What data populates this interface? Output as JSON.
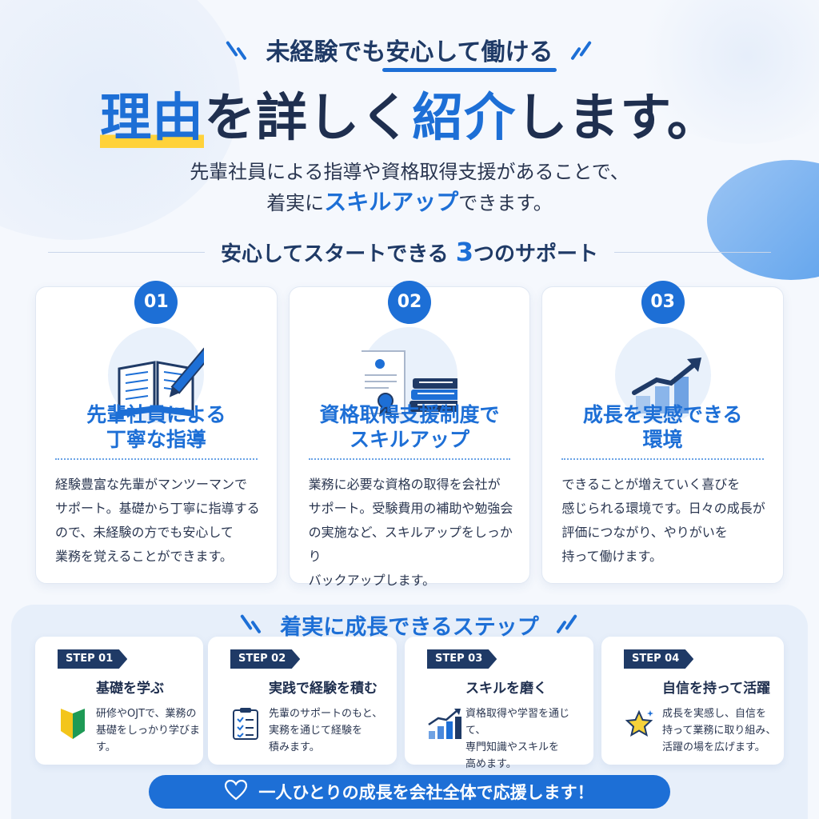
{
  "hero": {
    "sub_heading": "未経験でも安心して働ける",
    "main_heading_part1": "理由",
    "main_heading_part2": "を詳しく",
    "main_heading_part3": "紹介",
    "main_heading_part4": "します。",
    "lead_line1": "先輩社員による指導や資格取得支援があることで、",
    "lead_line2_a": "着実に",
    "lead_line2_b": "スキルアップ",
    "lead_line2_c": "できます。"
  },
  "support": {
    "title_a": "安心してスタートできる",
    "title_num": "3",
    "title_b": "つのサポート",
    "cards": [
      {
        "num": "01",
        "title_line1": "先輩社員による",
        "title_line2": "丁寧な指導",
        "body": [
          "経験豊富な先輩がマンツーマンで",
          "サポート。基礎から丁寧に指導する",
          "ので、未経験の方でも安心して",
          "業務を覚えることができます。"
        ],
        "icon": "book-pencil-icon"
      },
      {
        "num": "02",
        "title_line1": "資格取得支援制度で",
        "title_line2": "スキルアップ",
        "body": [
          "業務に必要な資格の取得を会社が",
          "サポート。受験費用の補助や勉強会",
          "の実施など、スキルアップをしっかり",
          "バックアップします。"
        ],
        "icon": "certificate-books-icon"
      },
      {
        "num": "03",
        "title_line1": "成長を実感できる",
        "title_line2": "環境",
        "body": [
          "できることが増えていく喜びを",
          "感じられる環境です。日々の成長が",
          "評価につながり、やりがいを",
          "持って働けます。"
        ],
        "icon": "growth-chart-icon"
      }
    ]
  },
  "steps": {
    "title": "着実に成長できるステップ",
    "items": [
      {
        "tag": "STEP 01",
        "title": "基礎を学ぶ",
        "body": [
          "研修やOJTで、業務の",
          "基礎をしっかり学びます。"
        ],
        "icon": "beginner-mark-icon"
      },
      {
        "tag": "STEP 02",
        "title": "実践で経験を積む",
        "body": [
          "先輩のサポートのもと、",
          "実務を通じて経験を",
          "積みます。"
        ],
        "icon": "checklist-icon"
      },
      {
        "tag": "STEP 03",
        "title": "スキルを磨く",
        "body": [
          "資格取得や学習を通じて、",
          "専門知識やスキルを",
          "高めます。"
        ],
        "icon": "bar-chart-icon"
      },
      {
        "tag": "STEP 04",
        "title": "自信を持って活躍",
        "body": [
          "成長を実感し、自信を",
          "持って業務に取り組み、",
          "活躍の場を広げます。"
        ],
        "icon": "star-icon"
      }
    ]
  },
  "cta": {
    "label": "一人ひとりの成長を会社全体で応援します！",
    "icon": "heart-icon"
  },
  "colors": {
    "accent": "#1d6fd6",
    "navy": "#1f3a66",
    "highlight": "#ffd23a"
  }
}
